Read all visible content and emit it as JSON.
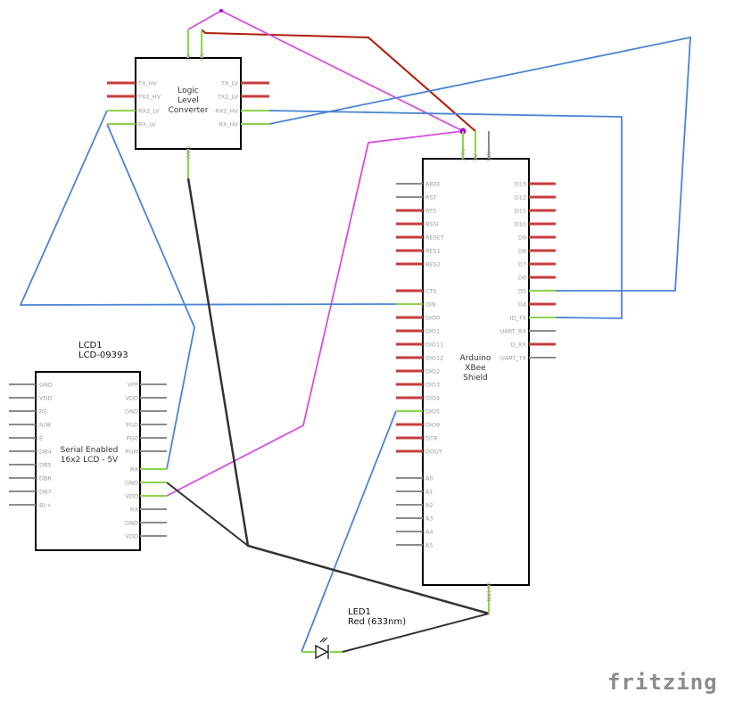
{
  "colors": {
    "wire_red": "#b01c0c",
    "wire_magenta": "#d54ee0",
    "wire_blue": "#4a84d4",
    "wire_dark": "#333333",
    "pin_connected": "#8cd44a",
    "pin_unconnected": "#c83c3c",
    "pin_neutral": "#8c8c8c"
  },
  "logic_converter": {
    "title_lines": [
      "Logic",
      "Level",
      "Converter"
    ],
    "top_pins": [
      {
        "label": "LV",
        "state": "connected"
      },
      {
        "label": "HV",
        "state": "connected"
      }
    ],
    "bottom_pin": {
      "label": "GND",
      "state": "connected"
    },
    "left_pins": [
      {
        "label": "TX_HV",
        "state": "unconnected"
      },
      {
        "label": "TX2_HV",
        "state": "unconnected"
      },
      {
        "label": "RX2_LV",
        "state": "connected"
      },
      {
        "label": "RX_LV",
        "state": "connected"
      }
    ],
    "right_pins": [
      {
        "label": "TX_LV",
        "state": "unconnected"
      },
      {
        "label": "TX2_LV",
        "state": "unconnected"
      },
      {
        "label": "RX2_HV",
        "state": "connected"
      },
      {
        "label": "RX_HV",
        "state": "connected"
      }
    ]
  },
  "xbee_shield": {
    "title_lines": [
      "Arduino",
      "XBee",
      "Shield"
    ],
    "top_pins": [
      {
        "label": "3.3V",
        "state": "connected"
      },
      {
        "label": "5V",
        "state": "connected"
      },
      {
        "label": "VIN",
        "state": "neutral"
      }
    ],
    "bottom_pin": {
      "label": "N$138",
      "state": "connected"
    },
    "left_pins": [
      {
        "label": "AREF",
        "state": "neutral"
      },
      {
        "label": "RST",
        "state": "neutral"
      },
      {
        "label": "RTS",
        "state": "unconnected"
      },
      {
        "label": "RSSI",
        "state": "unconnected"
      },
      {
        "label": "RESET",
        "state": "unconnected"
      },
      {
        "label": "RES1",
        "state": "unconnected"
      },
      {
        "label": "RES2",
        "state": "unconnected"
      },
      {
        "label": "CTS",
        "state": "unconnected"
      },
      {
        "label": "DIN",
        "state": "connected"
      },
      {
        "label": "DIO0",
        "state": "unconnected"
      },
      {
        "label": "DIO1",
        "state": "unconnected"
      },
      {
        "label": "DIO11",
        "state": "unconnected"
      },
      {
        "label": "DIO12",
        "state": "unconnected"
      },
      {
        "label": "DIO2",
        "state": "unconnected"
      },
      {
        "label": "DIO3",
        "state": "unconnected"
      },
      {
        "label": "DIO4",
        "state": "unconnected"
      },
      {
        "label": "DIO5",
        "state": "connected"
      },
      {
        "label": "DIO9",
        "state": "unconnected"
      },
      {
        "label": "DTR",
        "state": "unconnected"
      },
      {
        "label": "DOUT",
        "state": "unconnected"
      },
      {
        "label": "A0",
        "state": "neutral"
      },
      {
        "label": "A1",
        "state": "neutral"
      },
      {
        "label": "A2",
        "state": "neutral"
      },
      {
        "label": "A3",
        "state": "neutral"
      },
      {
        "label": "A4",
        "state": "neutral"
      },
      {
        "label": "A5",
        "state": "neutral"
      }
    ],
    "right_pins": [
      {
        "label": "D13",
        "state": "unconnected"
      },
      {
        "label": "D12",
        "state": "unconnected"
      },
      {
        "label": "D11",
        "state": "unconnected"
      },
      {
        "label": "D10",
        "state": "unconnected"
      },
      {
        "label": "D9",
        "state": "unconnected"
      },
      {
        "label": "D8",
        "state": "unconnected"
      },
      {
        "label": "D7",
        "state": "unconnected"
      },
      {
        "label": "D6",
        "state": "unconnected"
      },
      {
        "label": "D5",
        "state": "connected"
      },
      {
        "label": "D4",
        "state": "unconnected"
      },
      {
        "label": "ID_TX",
        "state": "connected"
      },
      {
        "label": "UART_RX",
        "state": "neutral"
      },
      {
        "label": "D_RX",
        "state": "unconnected"
      },
      {
        "label": "UART_TX",
        "state": "neutral"
      }
    ]
  },
  "lcd": {
    "name": "LCD1",
    "part": "LCD-09393",
    "title_lines": [
      "Serial Enabled",
      "16x2 LCD - 5V"
    ],
    "left_pins": [
      {
        "label": "GND",
        "state": "neutral"
      },
      {
        "label": "VDD",
        "state": "neutral"
      },
      {
        "label": "RS",
        "state": "neutral"
      },
      {
        "label": "R/W",
        "state": "neutral"
      },
      {
        "label": "E",
        "state": "neutral"
      },
      {
        "label": "DB4",
        "state": "neutral"
      },
      {
        "label": "DB5",
        "state": "neutral"
      },
      {
        "label": "DB6",
        "state": "neutral"
      },
      {
        "label": "DB7",
        "state": "neutral"
      },
      {
        "label": "BL+",
        "state": "neutral"
      }
    ],
    "right_pins": [
      {
        "label": "VPP",
        "state": "neutral"
      },
      {
        "label": "VDD",
        "state": "neutral"
      },
      {
        "label": "GND",
        "state": "neutral"
      },
      {
        "label": "PGD",
        "state": "neutral"
      },
      {
        "label": "PGC",
        "state": "neutral"
      },
      {
        "label": "PGM",
        "state": "neutral"
      },
      {
        "label": "RX",
        "state": "connected"
      },
      {
        "label": "GND",
        "state": "connected"
      },
      {
        "label": "VDD",
        "state": "connected"
      },
      {
        "label": "RX",
        "state": "neutral"
      },
      {
        "label": "GND",
        "state": "neutral"
      },
      {
        "label": "VDD",
        "state": "neutral"
      }
    ]
  },
  "led": {
    "name": "LED1",
    "value": "Red (633nm)"
  },
  "logo": "fritzing"
}
